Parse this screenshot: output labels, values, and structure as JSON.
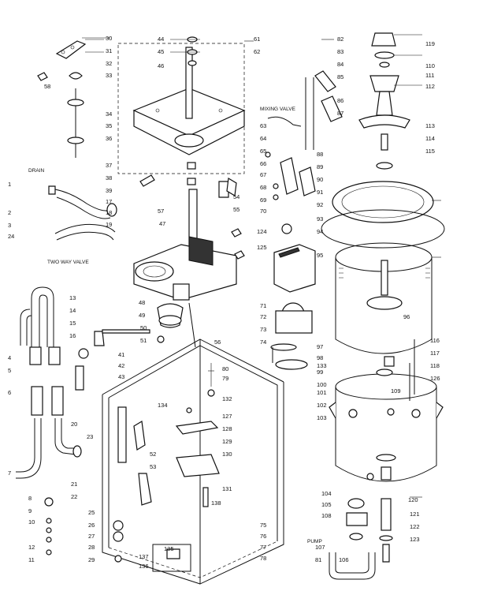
{
  "labels": [
    "30",
    "31",
    "32",
    "33",
    "58",
    "34",
    "35",
    "36",
    "37",
    "38",
    "39",
    "17",
    "18",
    "19",
    "DRAIN",
    "1",
    "2",
    "3",
    "24",
    "TWO WAY VALVE",
    "13",
    "14",
    "15",
    "16",
    "4",
    "5",
    "6",
    "7",
    "8",
    "9",
    "10",
    "11",
    "12",
    "20",
    "21",
    "22",
    "23",
    "25",
    "26",
    "27",
    "28",
    "29",
    "50",
    "51",
    "41",
    "42",
    "43",
    "44",
    "45",
    "46",
    "47",
    "48",
    "49",
    "56",
    "52",
    "53",
    "54",
    "55",
    "57",
    "61",
    "62",
    "63",
    "64",
    "65",
    "66",
    "67",
    "68",
    "69",
    "70",
    "71",
    "72",
    "73",
    "74",
    "75",
    "76",
    "77",
    "78",
    "79",
    "80",
    "81",
    "82",
    "83",
    "84",
    "85",
    "86",
    "87",
    "88",
    "89",
    "90",
    "91",
    "92",
    "93",
    "94",
    "95",
    "96",
    "97",
    "98",
    "99",
    "100",
    "101",
    "102",
    "103",
    "104",
    "105",
    "106",
    "107",
    "108",
    "109",
    "110",
    "111",
    "112",
    "113",
    "114",
    "115",
    "116",
    "117",
    "118",
    "119",
    "120",
    "121",
    "122",
    "123",
    "124",
    "125",
    "126",
    "127",
    "128",
    "129",
    "130",
    "131",
    "132",
    "133",
    "134",
    "135",
    "136",
    "137",
    "138",
    "MIXING VALVE",
    "PUMP"
  ],
  "icons": {
    "agitator": "agitator-icon",
    "tub": "wash-basket-icon",
    "outer_tub": "outer-tub-icon",
    "cabinet": "cabinet-frame-icon",
    "transmission": "transmission-icon",
    "motor": "motor-icon",
    "pump": "pump-icon",
    "hoses": "hose-icon"
  }
}
